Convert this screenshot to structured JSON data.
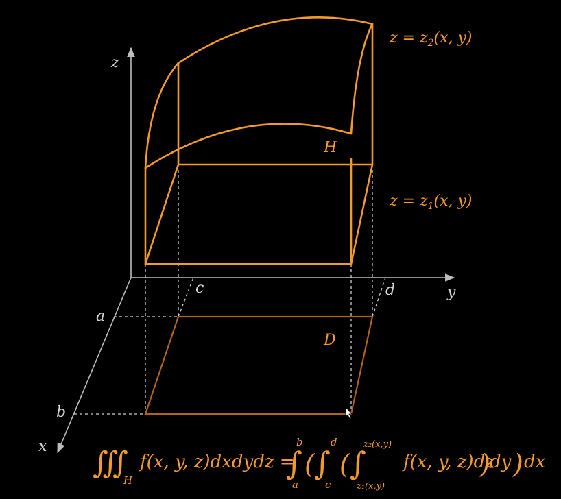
{
  "diagram": {
    "axes": {
      "x": "x",
      "y": "y",
      "z": "z"
    },
    "limits": {
      "a": "a",
      "b": "b",
      "c": "c",
      "d": "d"
    },
    "surfaces": {
      "upper": {
        "lhs": "z = z",
        "sub": "2",
        "rhs": "(x, y)"
      },
      "lower": {
        "lhs": "z = z",
        "sub": "1",
        "rhs": "(x, y)"
      }
    },
    "region_solid": "H",
    "region_base": "D",
    "formula": {
      "triple_integral": "∭",
      "domain_sub": "H",
      "integrand": "f(x, y, z)dxdydz = ",
      "outer_int": "∫",
      "outer_lower": "a",
      "outer_upper": "b",
      "middle_int": "∫",
      "middle_lower": "c",
      "middle_upper": "d",
      "inner_int": "∫",
      "inner_lower": "z₁(x,y)",
      "inner_upper": "z₂(x,y)",
      "inner_integrand": "f(x, y, z)dz",
      "after_middle": "dy",
      "after_outer": "dx",
      "paren_open": "(",
      "paren_close": ")"
    },
    "colors": {
      "accent": "#f39a2a",
      "axes": "#bdbdbd",
      "background": "#000000"
    }
  }
}
